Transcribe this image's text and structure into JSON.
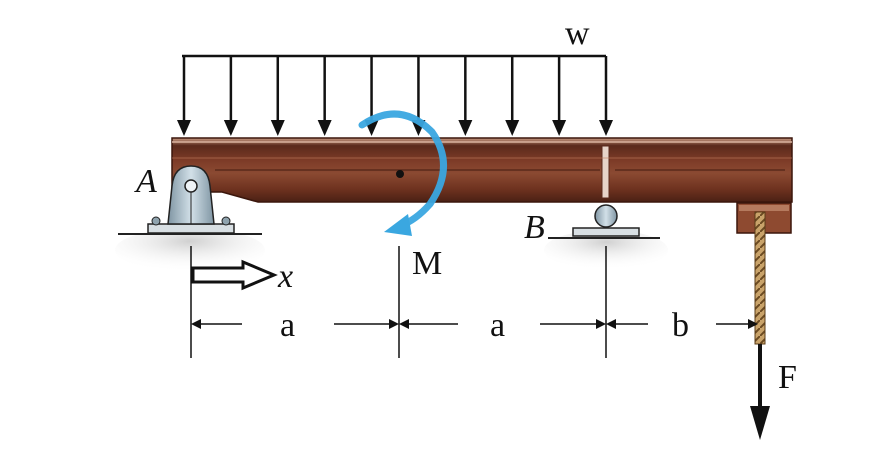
{
  "labels": {
    "w": "w",
    "M": "M",
    "A": "A",
    "B": "B",
    "F": "F",
    "x": "x",
    "dim1": "a",
    "dim2": "a",
    "dim3": "b"
  },
  "colors": {
    "beam_dark": "#5a2a1c",
    "beam_mid": "#7b3a26",
    "beam_light": "#a86b50",
    "moment_arrow": "#3aa7e0",
    "support_steel": "#a9bcc8",
    "ground": "#c8c8c8"
  },
  "distributed_load": {
    "arrow_count": 10
  }
}
